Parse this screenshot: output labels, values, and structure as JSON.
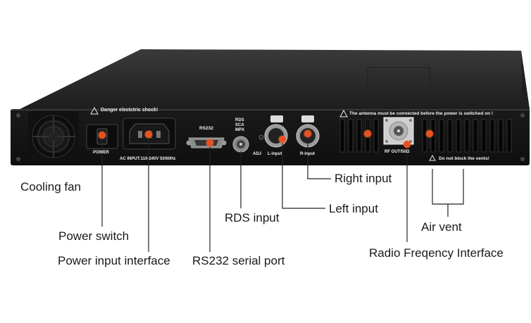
{
  "panel": {
    "warning_shock": "Danger electctric shock!",
    "power_label": "POWER",
    "ac_input": "AC INPUT:110-240V 50/60Hz",
    "rs232_label": "RS232",
    "rds_label_1": "RDS",
    "rds_label_2": "SCA",
    "rds_label_3": "MPX",
    "adj_label": "ADJ",
    "l_input_label": "L-input",
    "r_input_label": "R-input",
    "antenna_warning": "The antenna must be connected before the power is switched on !",
    "rf_out_label": "RF OUT/50Ω",
    "vents_warning": "Do not block the vents!"
  },
  "callouts": {
    "cooling_fan": "Cooling fan",
    "power_switch": "Power switch",
    "power_input": "Power input interface",
    "rs232_port": "RS232 serial port",
    "rds_input": "RDS input",
    "left_input": "Left input",
    "right_input": "Right input",
    "air_vent": "Air vent",
    "rf_interface": "Radio Freqency Interface"
  },
  "colors": {
    "chassis": "#1b1b1b",
    "marker": "#e8521f",
    "leader": "#222222"
  }
}
